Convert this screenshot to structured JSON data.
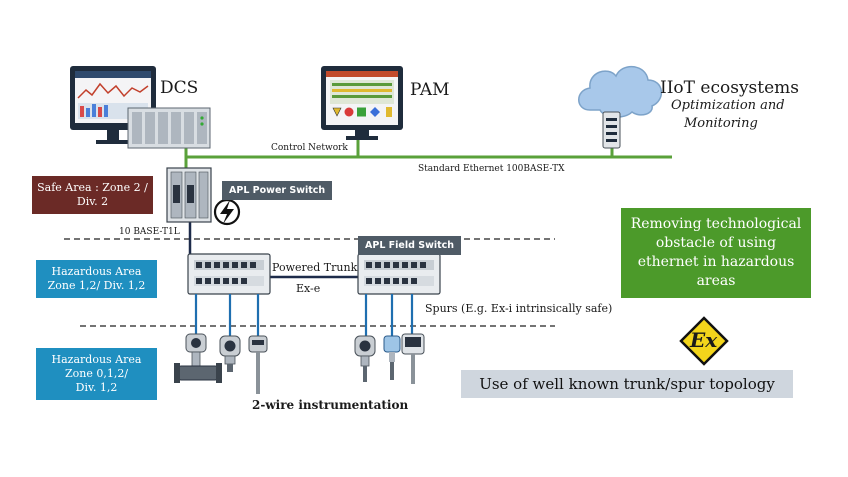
{
  "nodes": {
    "dcs": "DCS",
    "pam": "PAM",
    "iiot_title": "IIoT ecosystems",
    "iiot_sub1": "Optimization and",
    "iiot_sub2": "Monitoring"
  },
  "networks": {
    "control_network": "Control Network",
    "ethernet": "Standard Ethernet 100BASE-TX",
    "base_t1l": "10 BASE-T1L",
    "powered_trunk": "Powered Trunk",
    "ex_e": "Ex-e",
    "spurs": "Spurs (E.g. Ex-i intrinsically safe)",
    "instrumentation": "2-wire instrumentation"
  },
  "switches": {
    "power_switch": "APL Power Switch",
    "field_switch": "APL Field Switch"
  },
  "zones": {
    "safe_line1": "Safe Area : Zone 2 /",
    "safe_line2": "Div. 2",
    "haz1_line1": "Hazardous Area",
    "haz1_line2": "Zone 1,2/  Div. 1,2",
    "haz2_line1": "Hazardous Area",
    "haz2_line2": "Zone 0,1,2/",
    "haz2_line3": "Div. 1,2"
  },
  "callouts": {
    "green_line1": "Removing technological",
    "green_line2": "obstacle of using",
    "green_line3": "ethernet in hazardous",
    "green_line4": "areas",
    "topology": "Use of well known trunk/spur topology",
    "ex_symbol": "Ex"
  },
  "colors": {
    "ethernet_line": "#5aa13a",
    "safe_zone": "#6b2a26",
    "hazard_zone": "#1f8fc0",
    "green_box": "#4c9a2a",
    "gray_box": "#cfd6de",
    "tag_bg": "#4f5b66",
    "ex_yellow": "#f3d51b"
  }
}
